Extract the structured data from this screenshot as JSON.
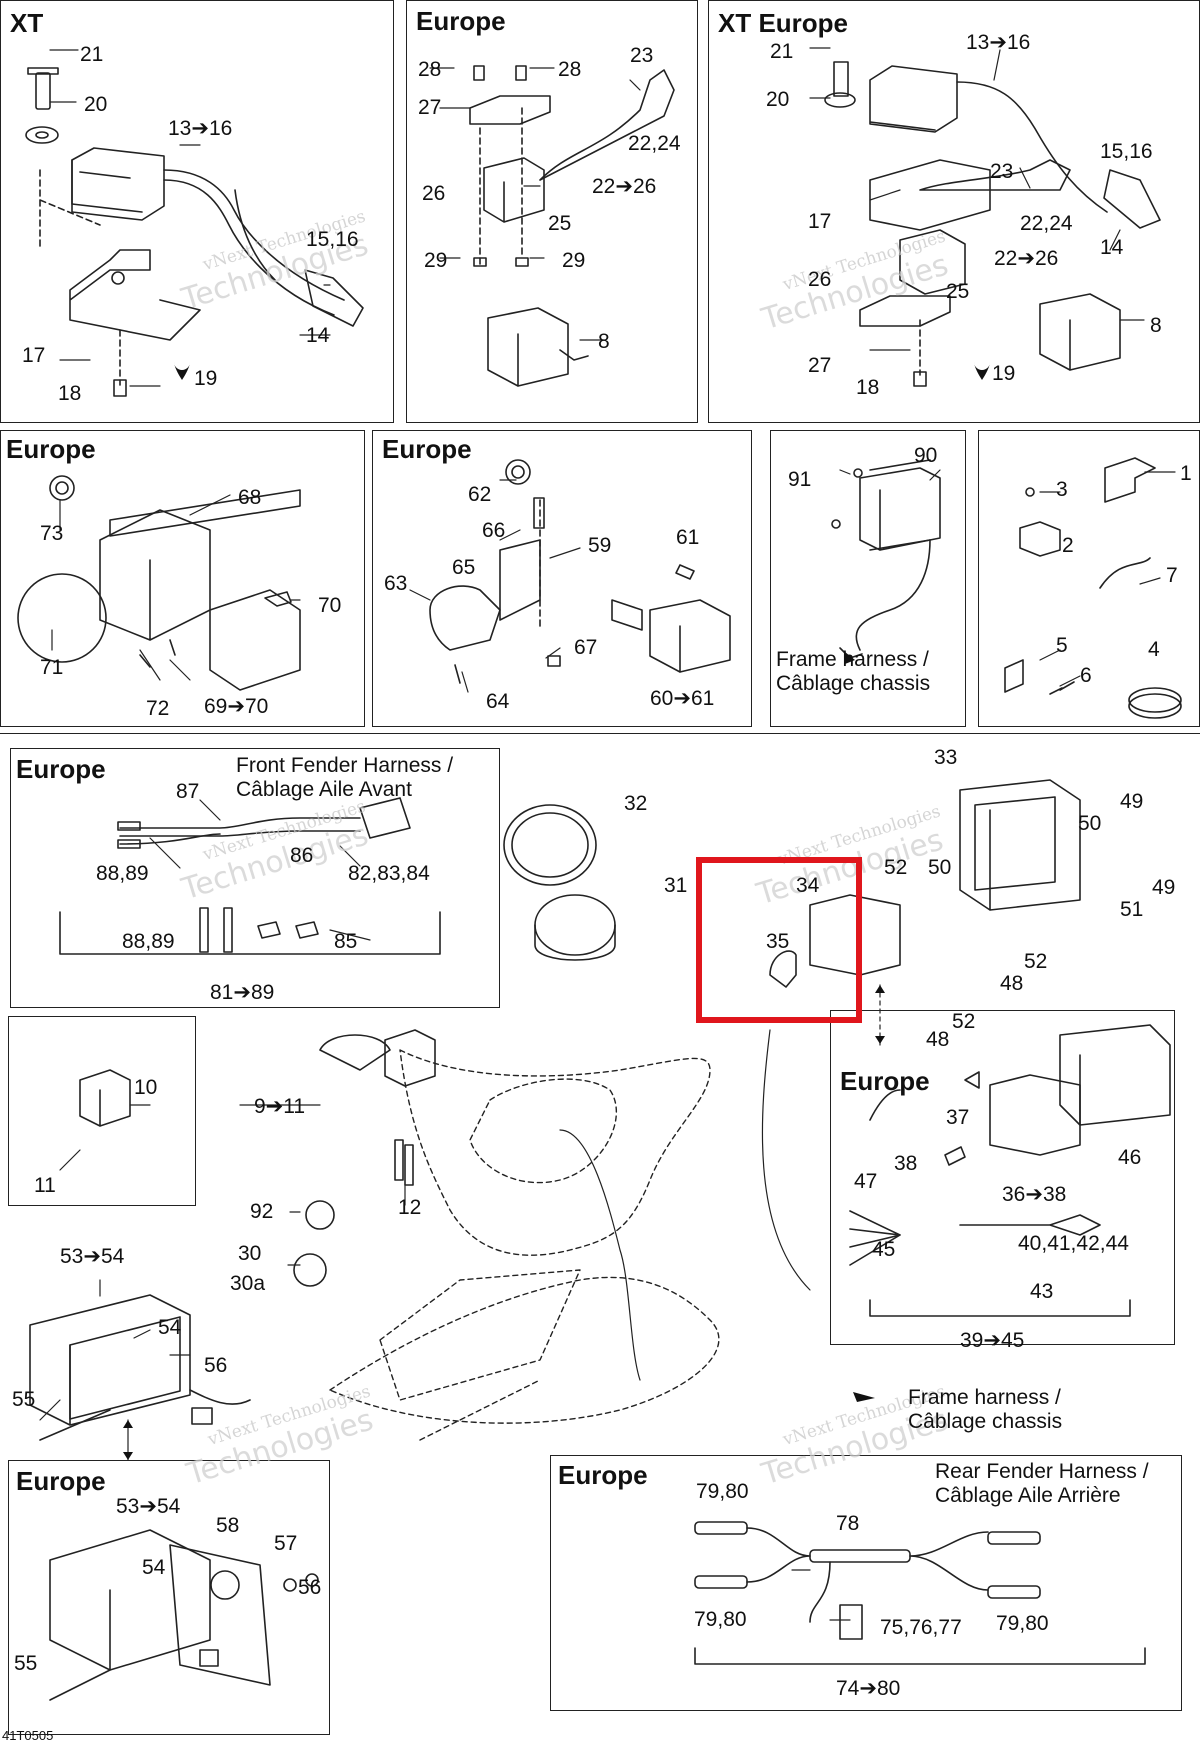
{
  "panels": {
    "xt": {
      "title": "XT"
    },
    "europe_top": {
      "title": "Europe"
    },
    "xt_europe": {
      "title": "XT Europe"
    },
    "europe_mid1": {
      "title": "Europe"
    },
    "europe_mid2": {
      "title": "Europe"
    },
    "frame1": {
      "caption_en": "Frame harness /",
      "caption_fr": "Câblage chassis"
    },
    "front_fender": {
      "title": "Europe",
      "caption_en": "Front Fender Harness /",
      "caption_fr": "Câblage Aile Avant"
    },
    "europe_right": {
      "title": "Europe"
    },
    "europe_tail": {
      "title": "Europe"
    },
    "rear_fender": {
      "title": "Europe",
      "caption_en": "Rear Fender Harness /",
      "caption_fr": "Câblage Aile Arrière"
    },
    "main": {
      "caption_en": "Frame harness /",
      "caption_fr": "Câblage chassis"
    }
  },
  "watermark": {
    "line1": "vNext Technologies",
    "line2": "Technologies"
  },
  "labels": {
    "xt": [
      "21",
      "20",
      "13➔16",
      "15,16",
      "14",
      "17",
      "18",
      "19"
    ],
    "europe_top": [
      "28",
      "28",
      "27",
      "23",
      "22,24",
      "26",
      "22➔26",
      "25",
      "29",
      "29",
      "8"
    ],
    "xt_europe": [
      "21",
      "20",
      "13➔16",
      "15,16",
      "23",
      "17",
      "22,24",
      "26",
      "25",
      "22➔26",
      "14",
      "8",
      "27",
      "18",
      "19"
    ],
    "europe_mid1": [
      "68",
      "73",
      "70",
      "71",
      "72",
      "69➔70"
    ],
    "europe_mid2": [
      "62",
      "66",
      "59",
      "61",
      "65",
      "63",
      "67",
      "64",
      "60➔61"
    ],
    "frame1": [
      "91",
      "90"
    ],
    "hardware": [
      "1",
      "3",
      "2",
      "7",
      "5",
      "6",
      "4"
    ],
    "front_fender": [
      "87",
      "88,89",
      "82,83,84",
      "86",
      "88,89",
      "85",
      "81➔89"
    ],
    "main": [
      "32",
      "31",
      "33",
      "49",
      "50",
      "52",
      "50",
      "51",
      "49",
      "34",
      "35",
      "52",
      "48",
      "52",
      "48",
      "10",
      "9➔11",
      "11",
      "12",
      "92",
      "30",
      "30a",
      "53➔54",
      "54",
      "56",
      "55"
    ],
    "europe_right": [
      "37",
      "47",
      "38",
      "36➔38",
      "46",
      "45",
      "40,41,42,44",
      "43",
      "39➔45"
    ],
    "europe_tail": [
      "53➔54",
      "58",
      "57",
      "54",
      "56",
      "55"
    ],
    "rear_fender": [
      "79,80",
      "78",
      "79,80",
      "75,76,77",
      "79,80",
      "74➔80"
    ]
  },
  "footer_ref": "41T0505",
  "highlight_color": "#e0161c"
}
